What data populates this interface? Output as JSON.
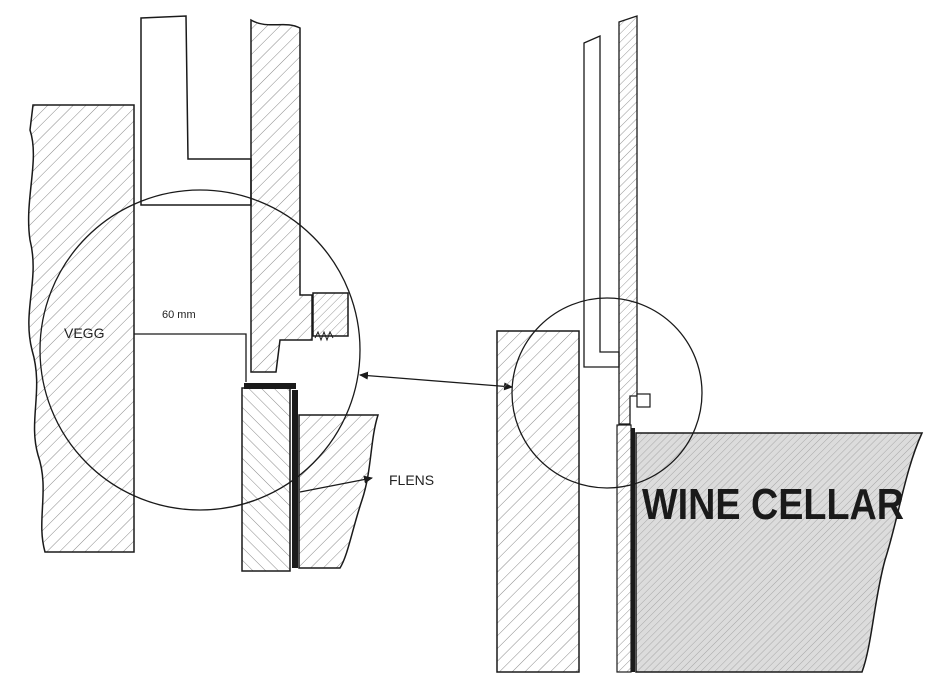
{
  "labels": {
    "wall": "VEGG",
    "dimension": "60 mm",
    "flange": "FLENS",
    "cellar": "WINE CELLAR"
  },
  "colors": {
    "stroke": "#1a1a1a",
    "hatch": "#8a8a8a",
    "cellar_fill": "#dcdcdc",
    "background": "#ffffff"
  }
}
